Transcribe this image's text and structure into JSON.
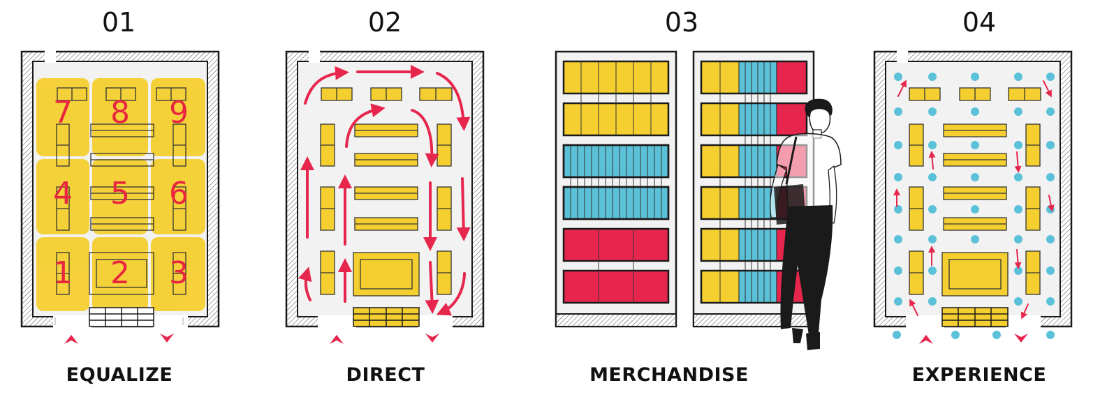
{
  "colors": {
    "yellow": "#f5cf30",
    "red": "#e6264d",
    "cyan": "#5bc1d8",
    "wall": "#1a1a1a",
    "floor": "#f2f2f2"
  },
  "panels": [
    {
      "number": "01",
      "caption": "EQUALIZE"
    },
    {
      "number": "02",
      "caption": "DIRECT"
    },
    {
      "number": "03",
      "caption": "MERCHANDISE"
    },
    {
      "number": "04",
      "caption": "EXPERIENCE"
    }
  ],
  "zones": [
    "7",
    "8",
    "9",
    "4",
    "5",
    "6",
    "1",
    "2",
    "3"
  ]
}
